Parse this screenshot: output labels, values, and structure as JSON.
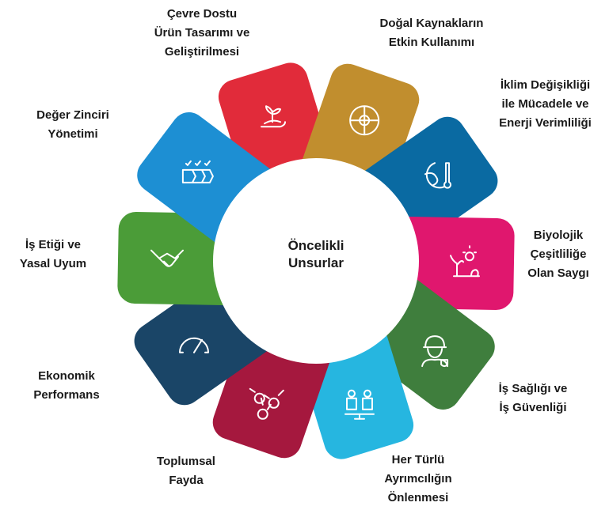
{
  "center": {
    "line1": "Öncelikli",
    "line2": "Unsurlar"
  },
  "petals": [
    {
      "id": "cevre",
      "color": "#e12b3a",
      "icon": "plant-hand-icon",
      "lines": [
        "Çevre Dostu",
        "Ürün Tasarımı ve",
        "Geliştirilmesi"
      ]
    },
    {
      "id": "dogal",
      "color": "#c18e2e",
      "icon": "resources-wheel-icon",
      "lines": [
        "Doğal Kaynakların",
        "Etkin Kullanımı"
      ]
    },
    {
      "id": "iklim",
      "color": "#0a6aa2",
      "icon": "globe-thermometer-icon",
      "lines": [
        "İklim Değişikliği",
        "ile Mücadele ve",
        "Enerji Verimliliği"
      ]
    },
    {
      "id": "biyo",
      "color": "#e0176e",
      "icon": "sun-plant-bird-icon",
      "lines": [
        "Biyolojik",
        "Çeşitliliğe",
        "Olan Saygı"
      ]
    },
    {
      "id": "isg",
      "color": "#3f7e3d",
      "icon": "worker-helmet-icon",
      "lines": [
        "İş Sağlığı ve",
        "İş Güvenliği"
      ]
    },
    {
      "id": "ayrim",
      "color": "#26b6e0",
      "icon": "balanced-people-icon",
      "lines": [
        "Her Türlü",
        "Ayrımcılığın",
        "Önlenmesi"
      ]
    },
    {
      "id": "toplum",
      "color": "#a5183e",
      "icon": "people-network-icon",
      "lines": [
        "Toplumsal",
        "Fayda"
      ]
    },
    {
      "id": "ekonomik",
      "color": "#1a4567",
      "icon": "gauge-icon",
      "lines": [
        "Ekonomik",
        "Performans"
      ]
    },
    {
      "id": "etik",
      "color": "#4b9c38",
      "icon": "handshake-icon",
      "lines": [
        "İş Etiği ve",
        "Yasal Uyum"
      ]
    },
    {
      "id": "deger",
      "color": "#1d8fd3",
      "icon": "value-chain-icon",
      "lines": [
        "Değer Zinciri",
        "Yönetimi"
      ]
    }
  ]
}
